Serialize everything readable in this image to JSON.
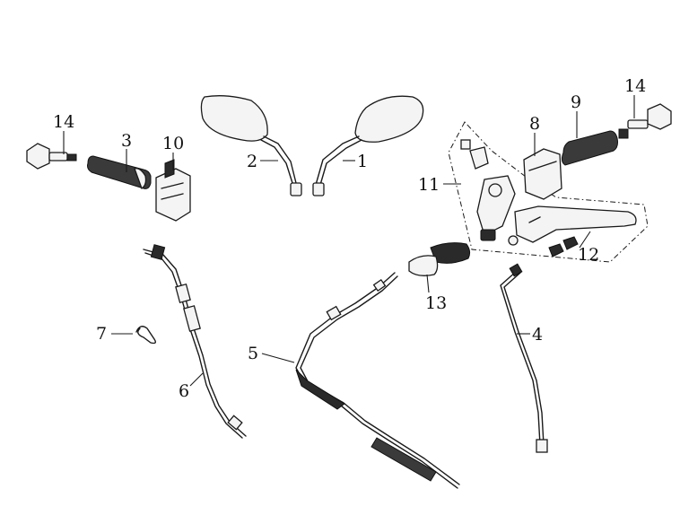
{
  "callouts": {
    "c1": "1",
    "c2": "2",
    "c3": "3",
    "c4": "4",
    "c5": "5",
    "c6": "6",
    "c7": "7",
    "c8": "8",
    "c9": "9",
    "c10": "10",
    "c11": "11",
    "c12": "12",
    "c13": "13",
    "c14a": "14",
    "c14b": "14"
  },
  "colors": {
    "line": "#1a1a1a",
    "rubber": "#2a2a2a",
    "background": "#ffffff"
  }
}
